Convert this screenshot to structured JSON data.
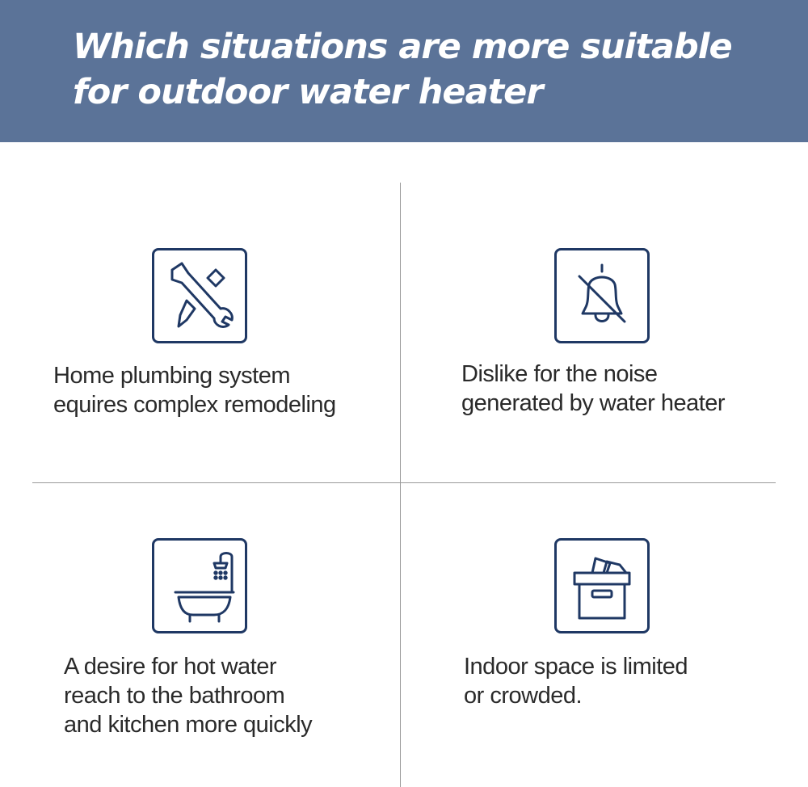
{
  "header": {
    "title_line1": "Which situations are more suitable",
    "title_line2": "for outdoor water heater"
  },
  "items": [
    {
      "icon": "wrench-screwdriver-icon",
      "lines": [
        "Home plumbing system",
        "equires complex remodeling"
      ]
    },
    {
      "icon": "muted-bell-icon",
      "lines": [
        "Dislike for the noise",
        "generated by water heater"
      ]
    },
    {
      "icon": "bathtub-shower-icon",
      "lines": [
        "A desire for hot water",
        "reach to the bathroom",
        "and kitchen more quickly"
      ]
    },
    {
      "icon": "storage-box-icon",
      "lines": [
        "Indoor space is limited",
        "or crowded."
      ]
    }
  ],
  "colors": {
    "header_bg": "#5b7398",
    "icon_stroke": "#1f3864",
    "divider": "#9a9a9a"
  }
}
